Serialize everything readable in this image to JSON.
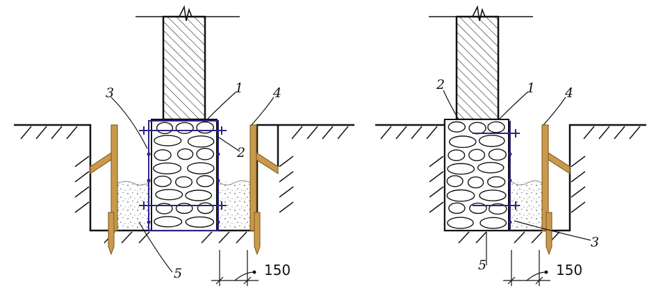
{
  "figures": [
    {
      "callouts": [
        "1",
        "2",
        "3",
        "4",
        "5"
      ],
      "dimension": "150"
    },
    {
      "callouts": [
        "1",
        "2",
        "3",
        "4",
        "5"
      ],
      "dimension": "150"
    }
  ],
  "colors": {
    "outline": "#111111",
    "timber": "#c99a4c",
    "timber_dark": "#8a6324",
    "rebar": "#2a2580",
    "sand_dot": "#555555"
  },
  "icons": [
    "wall-icon",
    "rubble-stone-icon",
    "timber-board-icon",
    "peg-icon",
    "rebar-icon",
    "sand-icon",
    "hatch-icon"
  ]
}
